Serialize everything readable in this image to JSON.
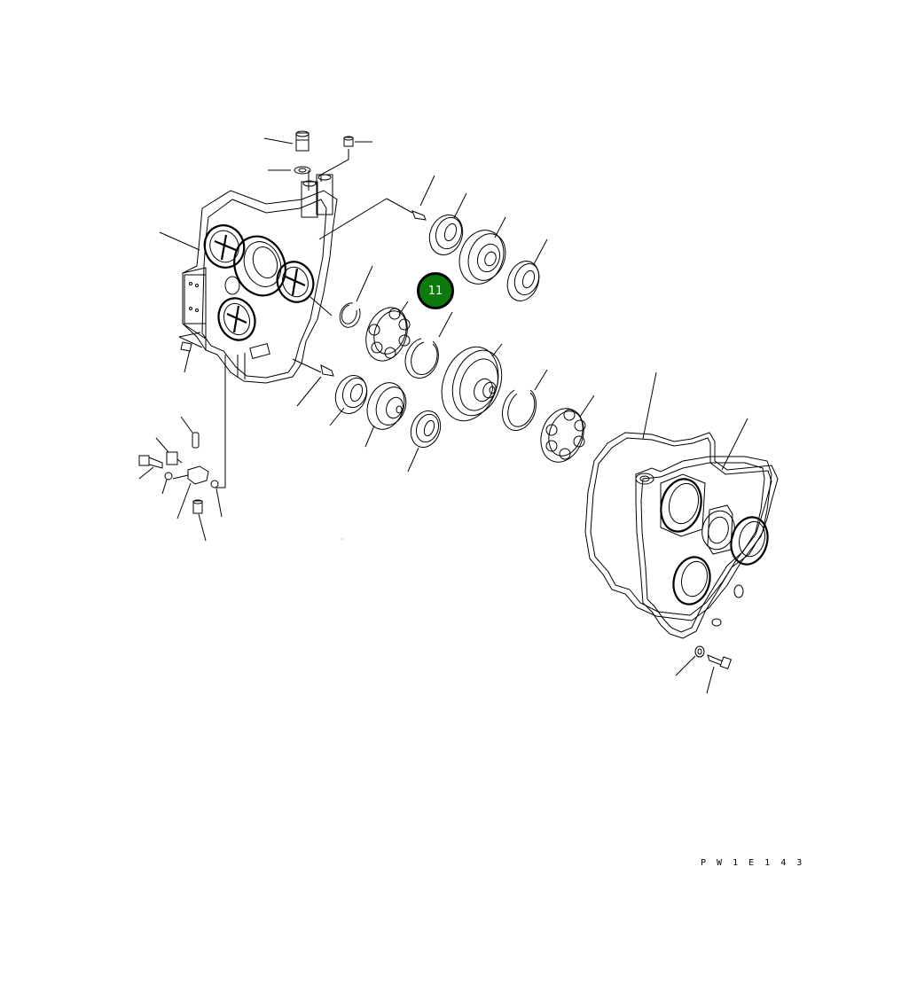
{
  "diagram": {
    "type": "exploded-parts-view",
    "subject": "transmission case with gears, bearings, snap rings, gaskets and cover",
    "drawing_code": "PW1E143",
    "drawing_code_display": "P W 1 E 1 4 3",
    "highlighted_callout": {
      "label": "11",
      "color": "#0e7a0e",
      "border_color": "#000000"
    },
    "parts": [
      {
        "id": "case",
        "name": "transmission-case"
      },
      {
        "id": "plug-top",
        "name": "plug"
      },
      {
        "id": "washer-top",
        "name": "washer"
      },
      {
        "id": "elbow-top",
        "name": "elbow-fitting"
      },
      {
        "id": "nipple-1",
        "name": "breather-nipple"
      },
      {
        "id": "bearing-1",
        "name": "ball-bearing"
      },
      {
        "id": "gear-1",
        "name": "gear"
      },
      {
        "id": "bearing-2",
        "name": "ball-bearing"
      },
      {
        "id": "snapring-1",
        "name": "snap-ring"
      },
      {
        "id": "bearing-3",
        "name": "ball-bearing"
      },
      {
        "id": "snapring-2",
        "name": "snap-ring"
      },
      {
        "id": "gear-2",
        "name": "gear-with-shaft"
      },
      {
        "id": "snapring-3",
        "name": "snap-ring"
      },
      {
        "id": "bearing-4",
        "name": "ball-bearing"
      },
      {
        "id": "nipple-2",
        "name": "nipple"
      },
      {
        "id": "bearing-5",
        "name": "ball-bearing"
      },
      {
        "id": "gear-3",
        "name": "gear"
      },
      {
        "id": "bearing-6",
        "name": "ball-bearing"
      },
      {
        "id": "gasket",
        "name": "gasket"
      },
      {
        "id": "cover",
        "name": "case-cover"
      },
      {
        "id": "washer-bottom",
        "name": "washer"
      },
      {
        "id": "bolt-bottom",
        "name": "bolt"
      },
      {
        "id": "bracket",
        "name": "bracket"
      },
      {
        "id": "pin",
        "name": "dowel-pin"
      },
      {
        "id": "sensor",
        "name": "sensor"
      },
      {
        "id": "bolt-left",
        "name": "bolt"
      },
      {
        "id": "washer-left",
        "name": "washer"
      },
      {
        "id": "plug-bottom",
        "name": "plug"
      },
      {
        "id": "oring",
        "name": "o-ring"
      },
      {
        "id": "plate",
        "name": "name-plate"
      }
    ]
  }
}
